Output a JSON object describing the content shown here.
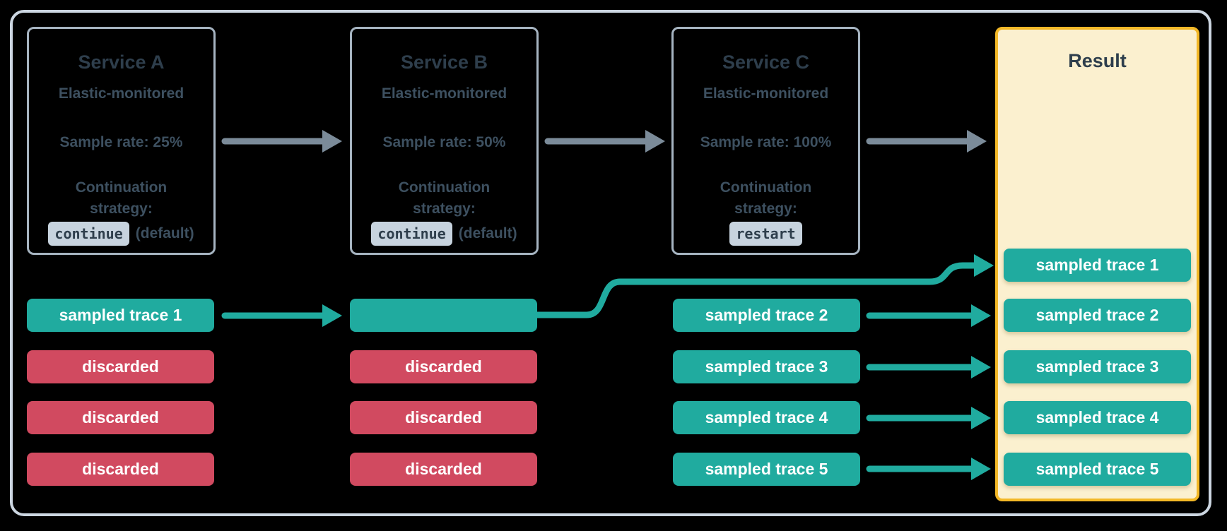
{
  "palette": {
    "background": "#000000",
    "frame_border": "#ccd6e1",
    "service_box_border": "#a6b4c1",
    "title_text": "#2e3e4c",
    "body_text": "#3d5060",
    "chip_background": "#c7d3de",
    "gray_arrow": "#7b8b99",
    "teal": "#20ab9f",
    "red": "#d14a60",
    "result_border": "#f3b827",
    "result_background": "#fbf0cf",
    "pill_text": "#ffffff"
  },
  "services": [
    {
      "title": "Service A",
      "subtitle": "Elastic-monitored",
      "sample_rate": "Sample rate: 25%",
      "strategy_label": "Continuation strategy:",
      "strategy_code": "continue",
      "strategy_note": "(default)"
    },
    {
      "title": "Service B",
      "subtitle": "Elastic-monitored",
      "sample_rate": "Sample rate: 50%",
      "strategy_label": "Continuation strategy:",
      "strategy_code": "continue",
      "strategy_note": "(default)"
    },
    {
      "title": "Service C",
      "subtitle": "Elastic-monitored",
      "sample_rate": "Sample rate: 100%",
      "strategy_label": "Continuation strategy:",
      "strategy_code": "restart",
      "strategy_note": ""
    }
  ],
  "result": {
    "title": "Result",
    "pills": [
      {
        "label": "sampled trace 1",
        "kind": "sampled"
      },
      {
        "label": "sampled trace 2",
        "kind": "sampled"
      },
      {
        "label": "sampled trace 3",
        "kind": "sampled"
      },
      {
        "label": "sampled trace 4",
        "kind": "sampled"
      },
      {
        "label": "sampled trace 5",
        "kind": "sampled"
      }
    ]
  },
  "lanes": {
    "service_a": [
      {
        "label": "sampled trace 1",
        "kind": "sampled"
      },
      {
        "label": "discarded",
        "kind": "discarded"
      },
      {
        "label": "discarded",
        "kind": "discarded"
      },
      {
        "label": "discarded",
        "kind": "discarded"
      }
    ],
    "service_b": [
      {
        "label": "",
        "kind": "sampled"
      },
      {
        "label": "discarded",
        "kind": "discarded"
      },
      {
        "label": "discarded",
        "kind": "discarded"
      },
      {
        "label": "discarded",
        "kind": "discarded"
      }
    ],
    "service_c": [
      {
        "label": "sampled trace 2",
        "kind": "sampled"
      },
      {
        "label": "sampled trace 3",
        "kind": "sampled"
      },
      {
        "label": "sampled trace 4",
        "kind": "sampled"
      },
      {
        "label": "sampled trace 5",
        "kind": "sampled"
      }
    ]
  }
}
